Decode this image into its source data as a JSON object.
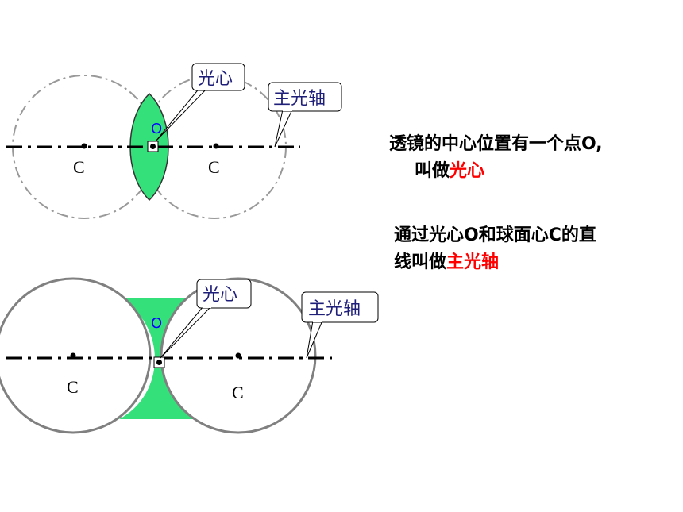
{
  "diagram_top": {
    "label_c_left": "C",
    "label_c_right": "C",
    "label_o": "O",
    "callout_optical_center": "光心",
    "callout_principal_axis": "主光轴"
  },
  "diagram_bottom": {
    "label_c_left": "C",
    "label_c_right": "C",
    "label_o": "O",
    "callout_optical_center": "光心",
    "callout_principal_axis": "主光轴"
  },
  "text_optical_center": {
    "line1": "透镜的中心位置有一个点O,",
    "line2_prefix": "叫做",
    "line2_highlight": "光心"
  },
  "text_principal_axis": {
    "line1": "通过光心O和球面心C的直",
    "line2_prefix": "线叫做",
    "line2_highlight": "主光轴"
  },
  "colors": {
    "lens_fill": "#33e07a",
    "highlight": "#ff0000",
    "callout_text": "#1f1f7a",
    "o_marker": "#0000ff"
  }
}
